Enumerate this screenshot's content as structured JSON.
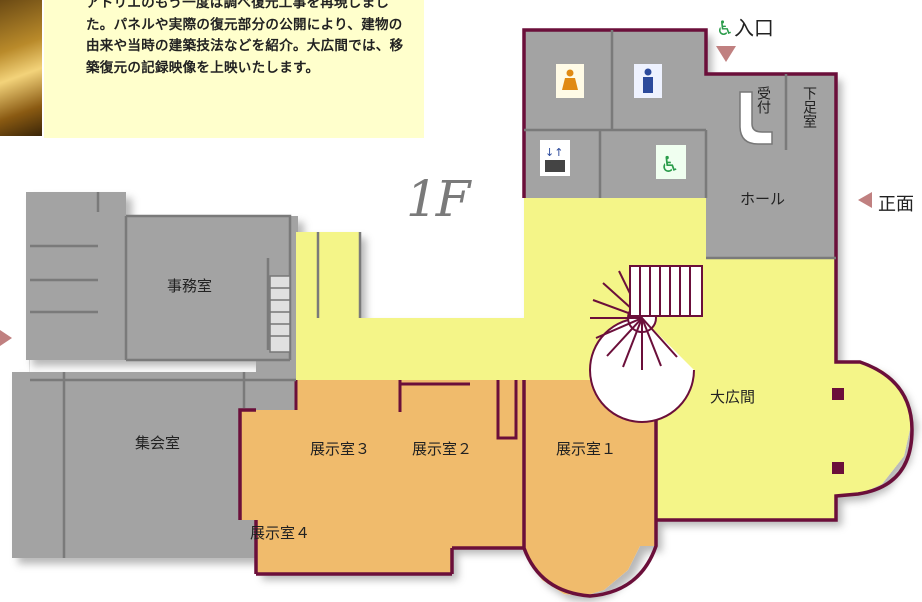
{
  "intro": {
    "text": "アトリエのもう一度は調べ復元工事を再現しました。パネルや実際の復元部分の公開により、建物の由来や当時の建築技法などを紹介。大広間では、移築復元の記録映像を上映いたします。"
  },
  "floor_label": "1F",
  "entrance": {
    "label": "入口",
    "icon": "wheelchair-icon"
  },
  "front": {
    "label": "正面"
  },
  "rooms": {
    "uketsuke": "受付",
    "gesokushitsu": "下足室",
    "hall": "ホール",
    "jimushitsu": "事務室",
    "shukaishitsu": "集会室",
    "tenji3": "展示室３",
    "tenji2": "展示室２",
    "tenji1": "展示室１",
    "tenji4": "展示室４",
    "daihiroma": "大広間"
  },
  "facilities": [
    {
      "name": "womens-restroom-icon"
    },
    {
      "name": "mens-restroom-icon"
    },
    {
      "name": "elevator-icon"
    },
    {
      "name": "accessible-restroom-icon"
    }
  ],
  "colors": {
    "wall": "#6b0f3a",
    "grey_room": "#a3a3a3",
    "yellow_area": "#f4f588",
    "orange_room": "#f0bb6c",
    "info_bg": "#ffffcc",
    "arrow": "#c08080"
  }
}
